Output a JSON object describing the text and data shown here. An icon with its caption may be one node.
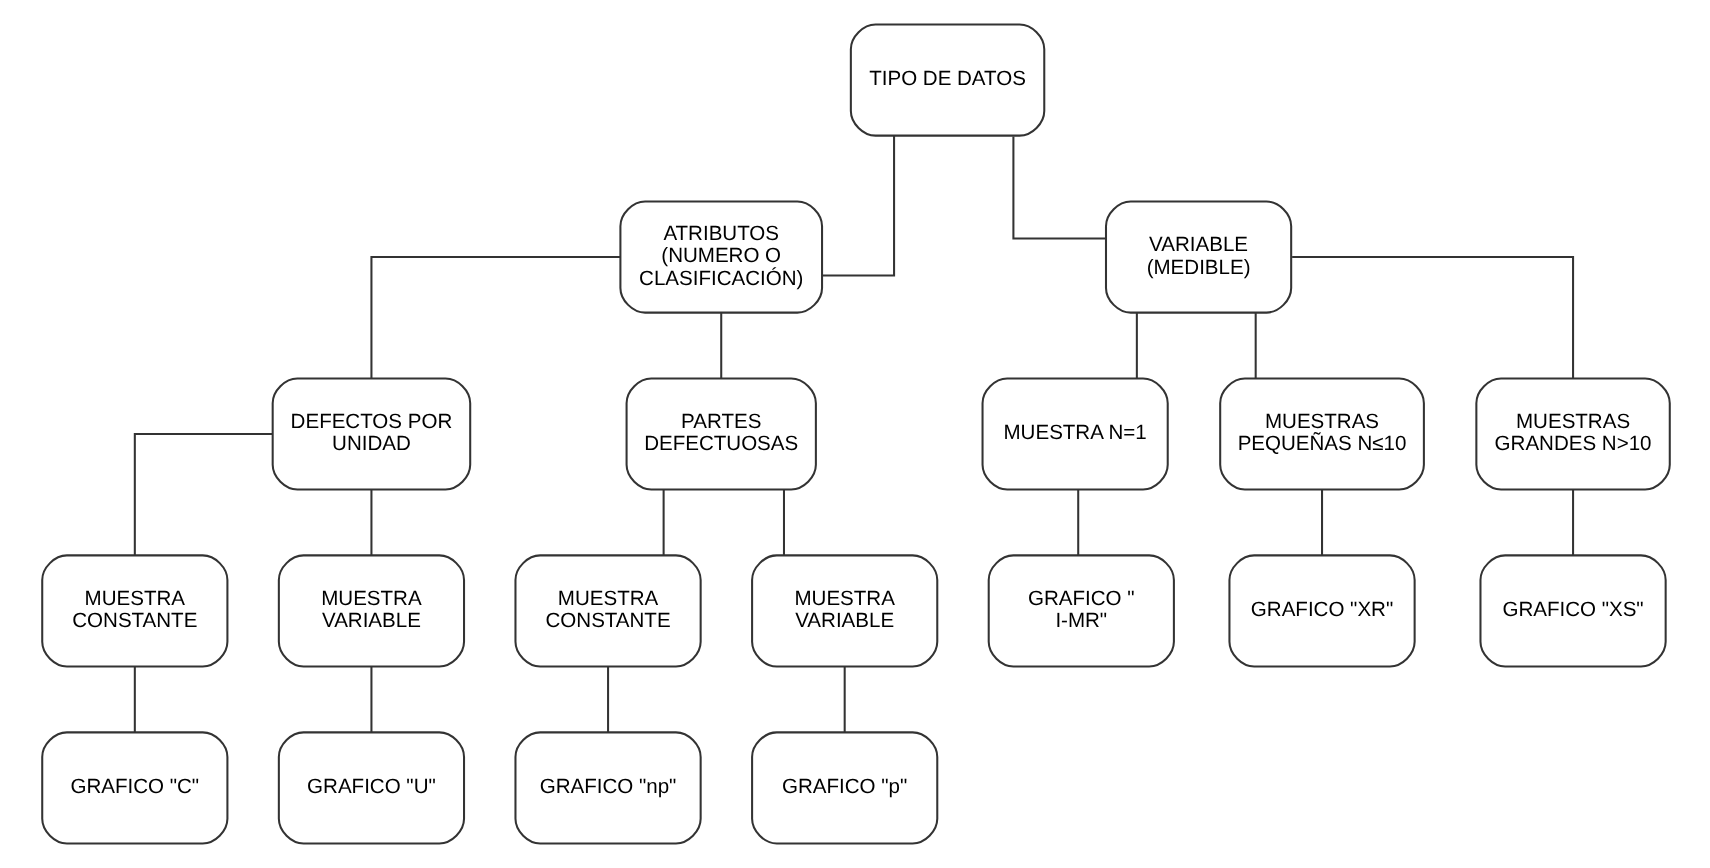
{
  "diagram": {
    "nodes": [
      {
        "text": [
          "TIPO DE DATOS"
        ]
      },
      {
        "text": [
          "ATRIBUTOS (NUMERO O CLASIFICACIÓN)"
        ]
      },
      {
        "text": [
          "VARIABLE (MEDIBLE)"
        ]
      },
      {
        "text": [
          "DEFECTOS POR UNIDAD"
        ]
      },
      {
        "text": [
          "PARTES DEFECTUOSAS"
        ]
      },
      {
        "text": [
          "MUESTRA N=1"
        ]
      },
      {
        "text": [
          "MUESTRAS PEQUEÑAS N≤10"
        ]
      },
      {
        "text": [
          "MUESTRAS GRANDES N>10"
        ]
      },
      {
        "text": [
          "MUESTRA CONSTANTE"
        ]
      },
      {
        "text": [
          "MUESTRA VARIABLE"
        ]
      },
      {
        "text": [
          "MUESTRA CONSTANTE"
        ]
      },
      {
        "text": [
          "MUESTRA VARIABLE"
        ]
      },
      {
        "text": [
          "GRAFICO \" I-MR\""
        ]
      },
      {
        "text": [
          "GRAFICO \"XR\""
        ]
      },
      {
        "text": [
          "GRAFICO \"XS\""
        ]
      },
      {
        "text": [
          "GRAFICO \"C\""
        ]
      },
      {
        "text": [
          "GRAFICO \"U\""
        ]
      },
      {
        "text": [
          "GRAFICO \"np\""
        ]
      },
      {
        "text": [
          "GRAFICO \"p\""
        ]
      }
    ],
    "edges": [
      {
        "from": 0,
        "to": 1,
        "arrow": "none"
      },
      {
        "from": 0,
        "to": 2,
        "arrow": "none"
      },
      {
        "from": 1,
        "to": 3,
        "arrow": "none"
      },
      {
        "from": 1,
        "to": 4,
        "arrow": "none"
      },
      {
        "from": 2,
        "to": 5,
        "arrow": "none"
      },
      {
        "from": 2,
        "to": 6,
        "arrow": "none"
      },
      {
        "from": 2,
        "to": 7,
        "arrow": "none"
      },
      {
        "from": 3,
        "to": 8,
        "arrow": "none"
      },
      {
        "from": 3,
        "to": 9,
        "arrow": "none"
      },
      {
        "from": 4,
        "to": 10,
        "arrow": "none"
      },
      {
        "from": 4,
        "to": 11,
        "arrow": "none"
      },
      {
        "from": 5,
        "to": 12,
        "arrow": "none"
      },
      {
        "from": 6,
        "to": 13,
        "arrow": "none"
      },
      {
        "from": 7,
        "to": 14,
        "arrow": "none"
      },
      {
        "from": 8,
        "to": 15,
        "arrow": "none"
      },
      {
        "from": 9,
        "to": 16,
        "arrow": "none"
      },
      {
        "from": 10,
        "to": 17,
        "arrow": "none"
      },
      {
        "from": 11,
        "to": 18,
        "arrow": "none"
      }
    ]
  }
}
